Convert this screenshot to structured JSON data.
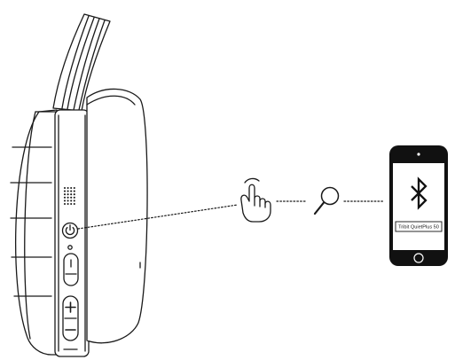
{
  "device": {
    "name": "Tribit QuietPlus 50"
  },
  "headphone": {
    "power_button_icon": "power-icon",
    "volume_up_symbol": "+",
    "volume_down_symbol": "−"
  },
  "steps": [
    {
      "icon": "tap-hand-icon",
      "meaning": "press"
    },
    {
      "icon": "magnifier-icon",
      "meaning": "search"
    },
    {
      "icon": "bluetooth-icon",
      "meaning": "pair"
    }
  ],
  "colors": {
    "line": "#1a1a1a",
    "phone_body": "#111111",
    "screen": "#ffffff",
    "background": "#ffffff"
  }
}
